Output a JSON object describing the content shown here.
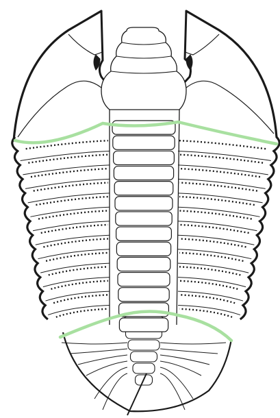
{
  "figure": {
    "subject": "trilobite-dorsal-view",
    "colors": {
      "outline": "#1a1a1a",
      "boundary": "#a8e0a0",
      "background": "#ffffff"
    },
    "regions": [
      "cephalon",
      "thorax",
      "pygidium"
    ],
    "thorax_segment_count": 13,
    "pygidium_rib_count": 12
  }
}
